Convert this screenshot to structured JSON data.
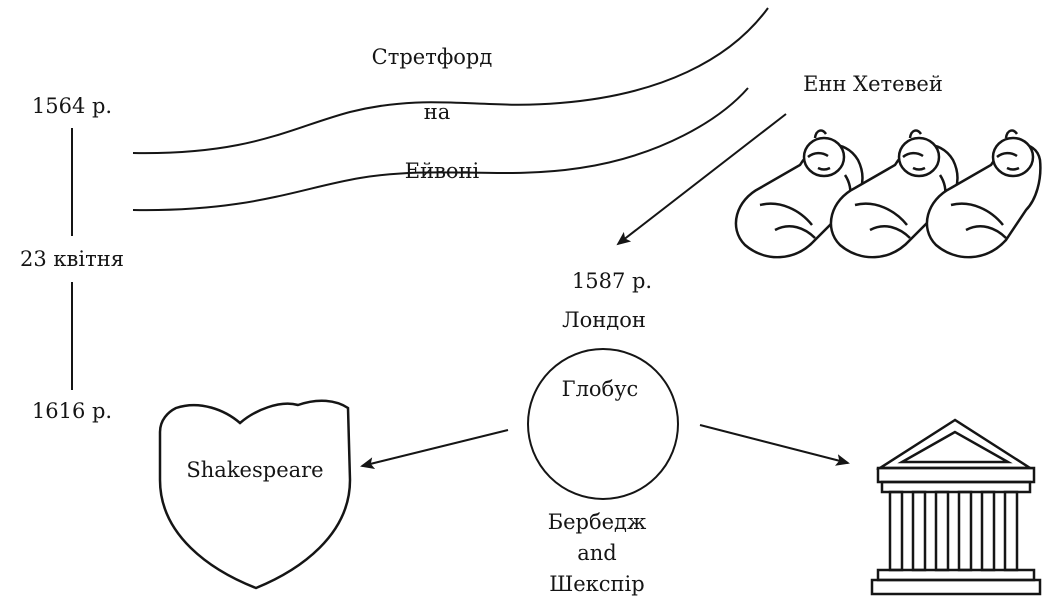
{
  "timeline": {
    "birth_year": "1564 р.",
    "day": "23 квітня",
    "death_year": "1616 р."
  },
  "birthplace": {
    "line1": "Стретфорд",
    "line2": "на",
    "line3": "Ейвоні"
  },
  "wife": {
    "name": "Енн Хетевей"
  },
  "london": {
    "year": "1587 р.",
    "city": "Лондон"
  },
  "theatre": {
    "name": "Глобус",
    "founders_line1": "Бербедж",
    "founders_line2": "and",
    "founders_line3": "Шекспір"
  },
  "crest": {
    "text": "Shakespeare"
  },
  "icons": [
    "baby-icon",
    "baby-icon",
    "baby-icon",
    "shield-icon",
    "temple-icon"
  ],
  "colors": {
    "ink": "#151515",
    "background": "#ffffff"
  }
}
